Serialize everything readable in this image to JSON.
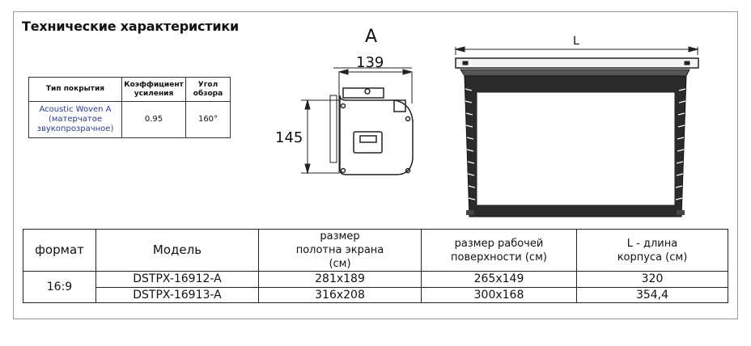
{
  "heading": "Технические характеристики",
  "spec_table": {
    "headers": [
      "Тип покрытия",
      "Коэффициент усиления",
      "Угол обзора"
    ],
    "row": {
      "coating": "Acoustic Woven A (матерчатое звукопрозрачное)",
      "gain": "0.95",
      "angle": "160°"
    }
  },
  "drawing": {
    "side_label": "A",
    "width_dim": "139",
    "height_dim": "145",
    "length_label": "L"
  },
  "models_table": {
    "headers": {
      "format": "формат",
      "model": "Модель",
      "canvas": "размер полотна экрана (см)",
      "work": "размер рабочей поверхности (см)",
      "length": "L - длина корпуса (см)"
    },
    "format_value": "16:9",
    "rows": [
      {
        "model": "DSTPX-16912-A",
        "canvas": "281x189",
        "work": "265x149",
        "length": "320"
      },
      {
        "model": "DSTPX-16913-A",
        "canvas": "316x208",
        "work": "300x168",
        "length": "354,4"
      }
    ]
  }
}
